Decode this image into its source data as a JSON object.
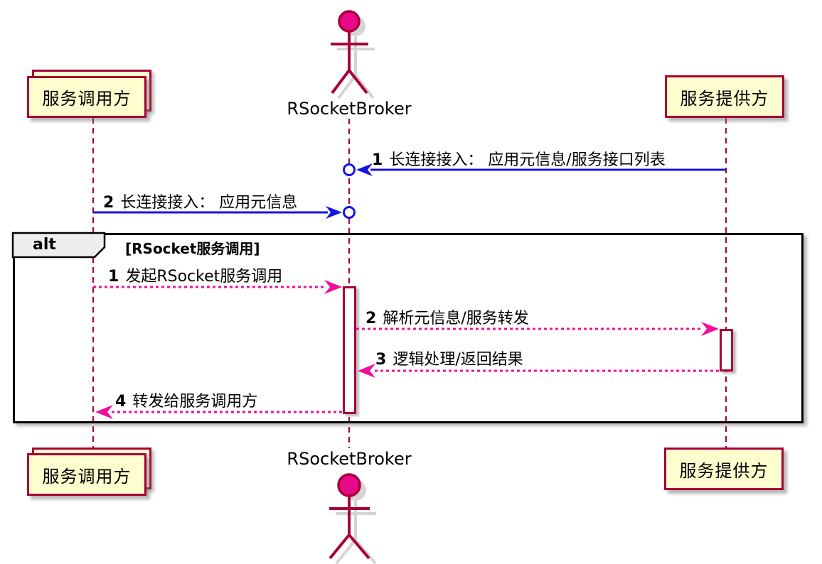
{
  "diagram": {
    "type": "sequence",
    "participants": {
      "caller": {
        "label": "服务调用方",
        "kind": "collections"
      },
      "broker": {
        "label": "RSocketBroker",
        "kind": "actor"
      },
      "provider": {
        "label": "服务提供方",
        "kind": "participant"
      }
    },
    "connect_messages": [
      {
        "num": "1",
        "text": "长连接接入： 应用元信息/服务接口列表",
        "from": "provider",
        "to": "broker",
        "arrow": "blue-solid-circle-end"
      },
      {
        "num": "2",
        "text": "长连接接入： 应用元信息",
        "from": "caller",
        "to": "broker",
        "arrow": "blue-solid-circle-end"
      }
    ],
    "alt_block": {
      "operator": "alt",
      "condition": "[RSocket服务调用]",
      "messages": [
        {
          "num": "1",
          "text": "发起RSocket服务调用",
          "from": "caller",
          "to": "broker",
          "arrow": "pink-dashed"
        },
        {
          "num": "2",
          "text": "解析元信息/服务转发",
          "from": "broker",
          "to": "provider",
          "arrow": "pink-dashed"
        },
        {
          "num": "3",
          "text": "逻辑处理/返回结果",
          "from": "provider",
          "to": "broker",
          "arrow": "pink-dashed"
        },
        {
          "num": "4",
          "text": "转发给服务调用方",
          "from": "broker",
          "to": "caller",
          "arrow": "pink-dashed"
        }
      ]
    },
    "colors": {
      "participant_fill": "#FEFECE",
      "participant_border": "#A80036",
      "lifeline": "#A80036",
      "actor_head_fill": "#E8088A",
      "blue_arrow": "#1414E6",
      "pink_arrow": "#F20D9C",
      "alt_header_fill": "#EEEEEE",
      "frame_border": "#000000",
      "text": "#000000",
      "background": "#FFFFFF"
    }
  }
}
